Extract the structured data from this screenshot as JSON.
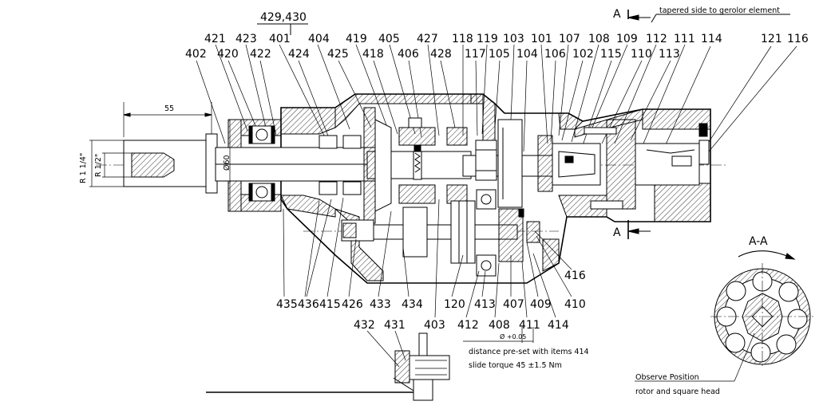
{
  "header_assembly": "429,430",
  "section_marker": "A",
  "section_title": "A-A",
  "note_tapered": "tapered side to gerolor element",
  "dim_55": "55",
  "dim_r114": "R 1 1/4\"",
  "dim_r12": "R 1/2\"",
  "dim_60": "Ø60",
  "dim_tol": "Ø +0.05",
  "note_distance": "distance pre-set with items 414",
  "note_torque": "slide torque 45 ±1.5 Nm",
  "note_observe": "Observe Position",
  "note_rotor": "rotor and square head",
  "callouts_top_row1": [
    "421",
    "423",
    "401",
    "404",
    "419",
    "405",
    "427",
    "118",
    "119",
    "103",
    "101",
    "107",
    "108",
    "109",
    "112",
    "111",
    "114"
  ],
  "callouts_top_row2": [
    "402",
    "420",
    "422",
    "424",
    "425",
    "418",
    "406",
    "428",
    "117",
    "105",
    "104",
    "106",
    "102",
    "115",
    "110",
    "113",
    "121",
    "116"
  ],
  "callouts_bottom": [
    "435",
    "436",
    "415",
    "426",
    "433",
    "434",
    "120",
    "413",
    "407",
    "409",
    "410",
    "403",
    "412",
    "408",
    "411",
    "414",
    "416"
  ],
  "callouts_detail": [
    "432",
    "431"
  ]
}
